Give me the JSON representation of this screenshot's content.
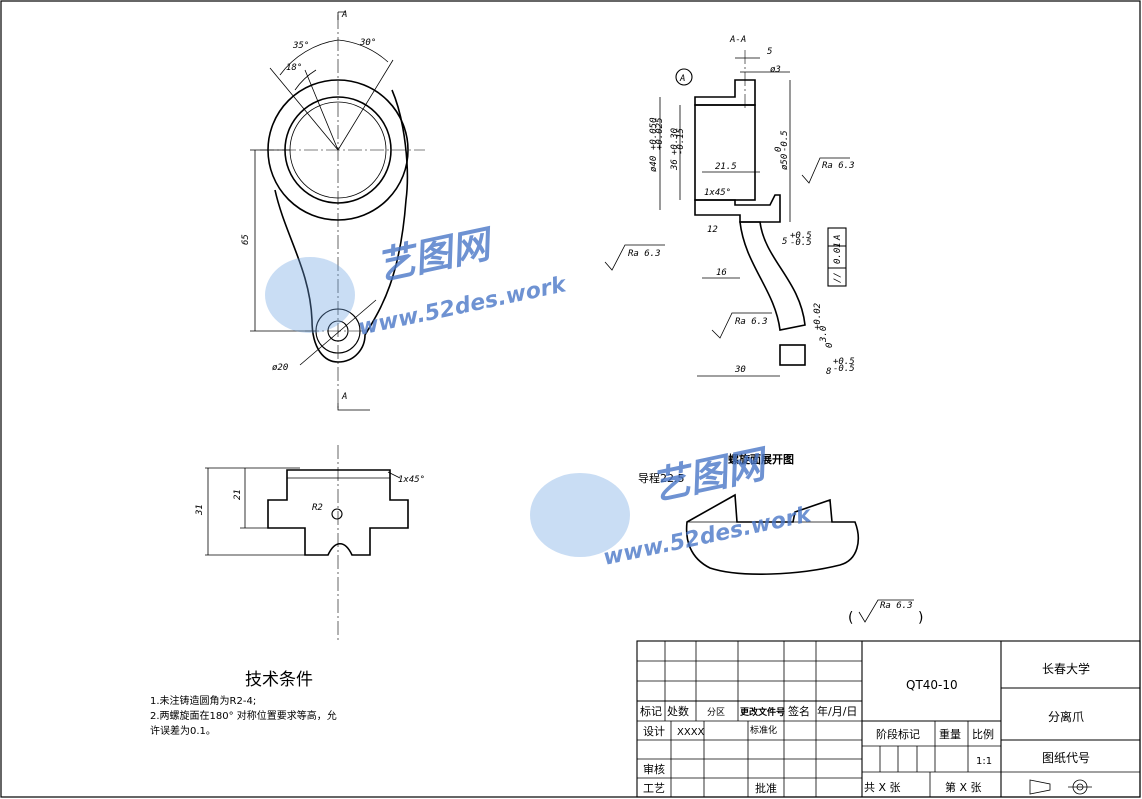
{
  "section_label": "A-A",
  "cut_marks": {
    "top": "A",
    "bottom": "A"
  },
  "datum_label": "A",
  "dims_top_view": {
    "angle_35": "35°",
    "angle_30": "30°",
    "angle_18": "18°",
    "length_65": "65",
    "dia_20": "ø20"
  },
  "dims_section": {
    "d5": "5",
    "d3": "ø3",
    "d40": "ø40",
    "d40_tol_hi": "+0.050",
    "d40_tol_lo": "+0.025",
    "d36": "36",
    "d36_tol_hi": "+0.30",
    "d36_tol_lo": "-0.15",
    "d50": "ø50",
    "d50_tol_hi": "0",
    "d50_tol_lo": "-0.5",
    "d21_5": "21.5",
    "chamfer": "1x45°",
    "d12": "12",
    "d16": "16",
    "d30": "30",
    "d5_tol": "5",
    "d5_tol_hi": "+0.5",
    "d5_tol_lo": "-0.5",
    "d8": "8",
    "d8_tol_hi": "+0.5",
    "d8_tol_lo": "-0.5",
    "d3_0": "3.0",
    "d3_0_tol_hi": "+0.02",
    "d3_0_tol_lo": "0",
    "parallel_tol": "0.01",
    "parallel_ref": "A"
  },
  "roughness": {
    "r1": "Ra 6.3",
    "r2": "Ra 6.3",
    "r3": "Ra 6.3",
    "general": "Ra 6.3"
  },
  "dims_side_view": {
    "d31": "31",
    "d21": "21",
    "r2": "R2",
    "chamfer": "1x45°"
  },
  "helix_view": {
    "title": "螺旋面展开图",
    "lead": "导程22.5"
  },
  "tech": {
    "title": "技术条件",
    "line1": "1.未注铸造圆角为R2-4;",
    "line2": "2.两螺旋面在180° 对称位置要求等高，允",
    "line3": "许误差为0.1。"
  },
  "title_block": {
    "material": "QT40-10",
    "school": "长春大学",
    "part_name": "分离爪",
    "drawing_no": "图纸代号",
    "mark": "标记",
    "count": "处数",
    "zone": "分区",
    "change_doc": "更改文件号",
    "sign": "签名",
    "date": "年/月/日",
    "design": "设计",
    "designer": "XXXX",
    "standard": "标准化",
    "stage": "阶段标记",
    "weight": "重量",
    "scale_label": "比例",
    "scale": "1:1",
    "check": "审核",
    "process": "工艺",
    "approve": "批准",
    "total": "共 X 张",
    "page": "第 X 张"
  },
  "watermark": {
    "brand": "艺图网",
    "url": "www.52des.work"
  }
}
